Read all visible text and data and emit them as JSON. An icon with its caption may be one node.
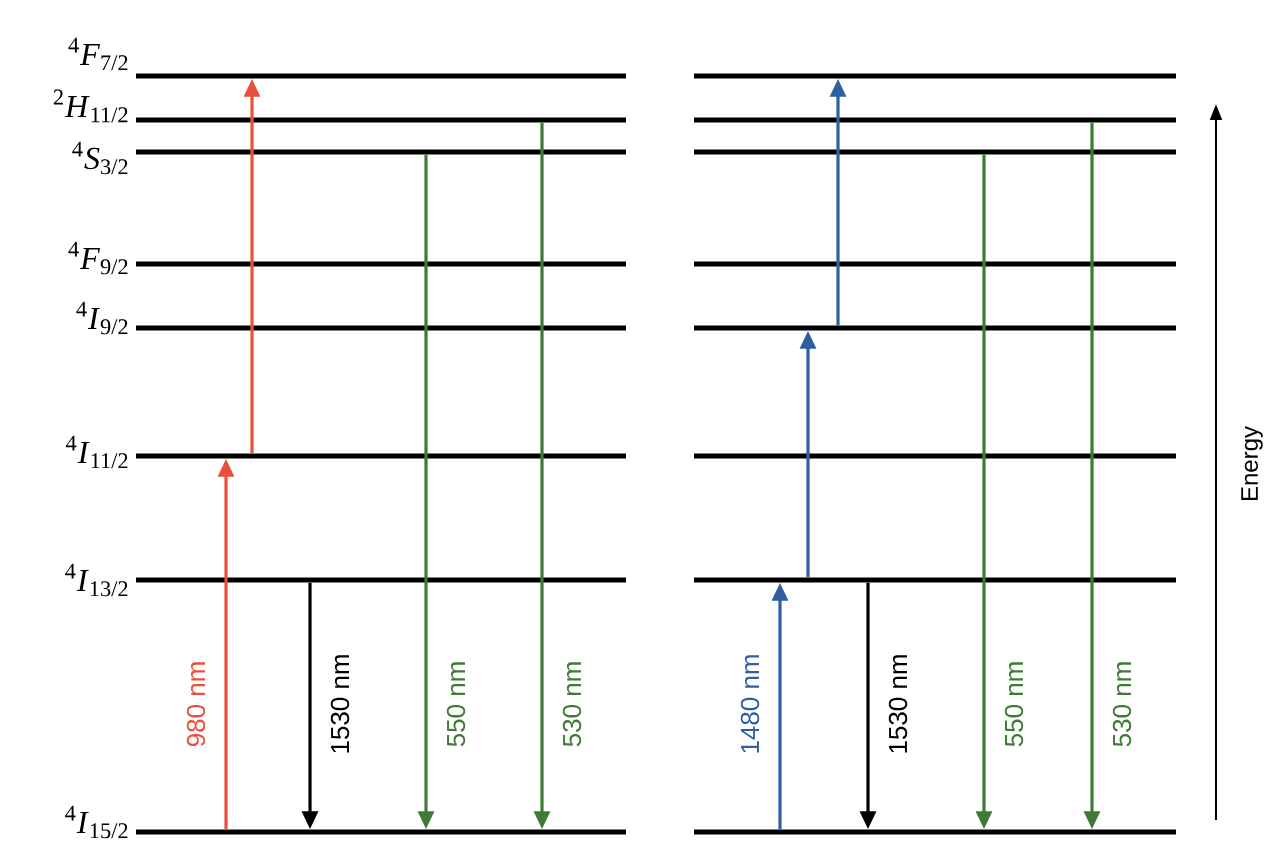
{
  "diagram": {
    "nodes": [
      {
        "text": [
          "$^{4}$*F*$_{7/2}$"
        ]
      },
      {
        "text": [
          "$^{2}$*H*$_{11/2}$"
        ]
      },
      {
        "text": [
          "$^{4}$*S*$_{3/2}$"
        ]
      },
      {
        "text": [
          "$^{4}$*F*$_{9/2}$"
        ]
      },
      {
        "text": [
          "$^{4}$*I*$_{9/2}$"
        ]
      },
      {
        "text": [
          "$^{4}$*I*$_{11/2}$"
        ]
      },
      {
        "text": [
          "$^{4}$*I*$_{13/2}$"
        ]
      },
      {
        "text": [
          "$^{4}$*I*$_{15/2}$"
        ]
      },
      {
        "text": [],
        "shape": "bar"
      },
      {
        "text": [],
        "shape": "bar"
      },
      {
        "text": [],
        "shape": "bar"
      },
      {
        "text": [],
        "shape": "bar"
      },
      {
        "text": [],
        "shape": "bar"
      },
      {
        "text": [],
        "shape": "bar"
      },
      {
        "text": [],
        "shape": "bar"
      },
      {
        "text": [],
        "shape": "bar"
      }
    ],
    "edges": [
      {
        "from": 7,
        "to": 5,
        "arrow": "to",
        "label": "980 nm",
        "color": "#e8503a"
      },
      {
        "from": 5,
        "to": 0,
        "arrow": "to",
        "color": "#e8503a"
      },
      {
        "from": 6,
        "to": 7,
        "arrow": "to",
        "label": "1530 nm",
        "color": "#000000"
      },
      {
        "from": 2,
        "to": 7,
        "arrow": "to",
        "label": "550 nm",
        "color": "#3e7b34"
      },
      {
        "from": 1,
        "to": 7,
        "arrow": "to",
        "label": "530 nm",
        "color": "#3e7b34"
      },
      {
        "from": 15,
        "to": 14,
        "arrow": "to",
        "label": "1480 nm",
        "color": "#2f5fa0"
      },
      {
        "from": 14,
        "to": 12,
        "arrow": "to",
        "color": "#2f5fa0"
      },
      {
        "from": 12,
        "to": 8,
        "arrow": "to",
        "color": "#2f5fa0"
      },
      {
        "from": 14,
        "to": 15,
        "arrow": "to",
        "label": "1530 nm",
        "color": "#000000"
      },
      {
        "from": 10,
        "to": 15,
        "arrow": "to",
        "label": "550 nm",
        "color": "#3e7b34"
      },
      {
        "from": 9,
        "to": 15,
        "arrow": "to",
        "label": "530 nm",
        "color": "#3e7b34"
      }
    ],
    "labels": [
      "Energy"
    ]
  }
}
